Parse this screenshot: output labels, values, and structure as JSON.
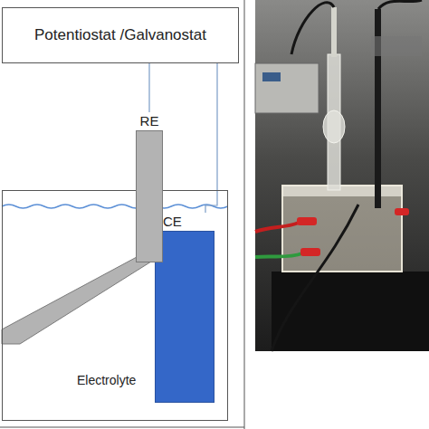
{
  "diagram": {
    "nodes": [
      {
        "text": [
          "Potentiostat /Galvanostat"
        ]
      },
      {
        "text": [
          "RE"
        ]
      },
      {
        "text": [
          "Electrolyte"
        ]
      },
      {
        "text": [
          "CE"
        ],
        "in": 2
      }
    ],
    "edges": [
      {
        "from": 0,
        "to": 1,
        "arrow": "none"
      },
      {
        "from": 0,
        "to": 3,
        "arrow": "none"
      }
    ]
  }
}
